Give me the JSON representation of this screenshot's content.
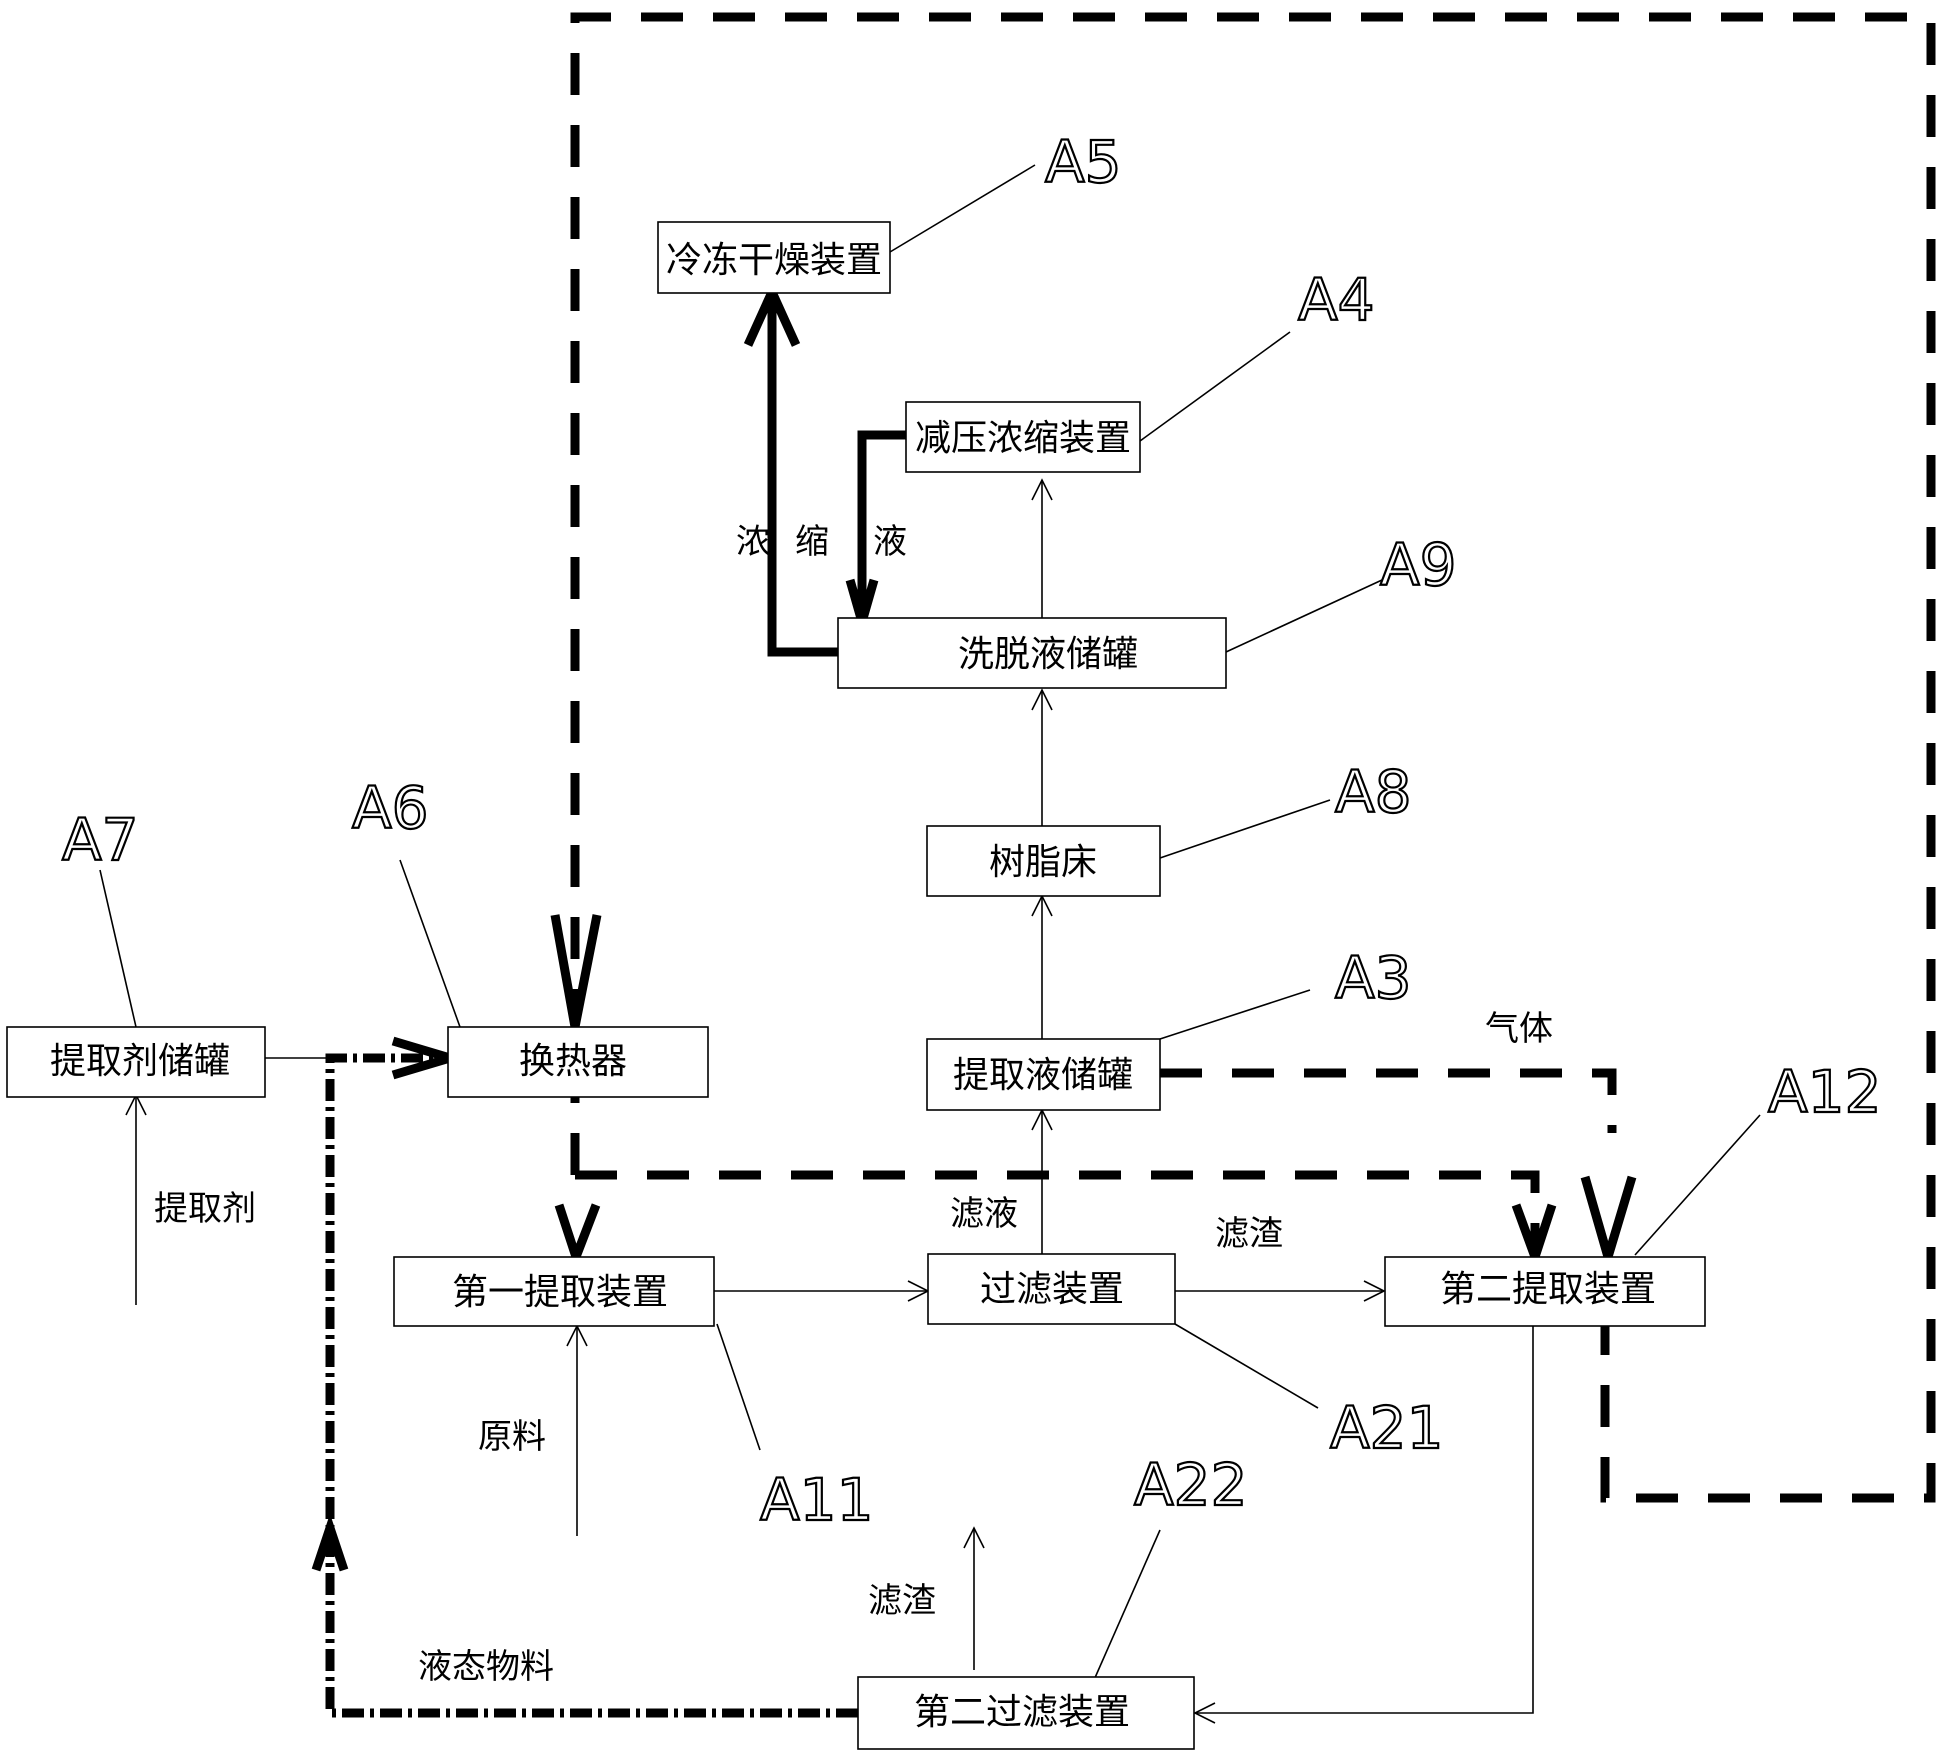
{
  "boxes": {
    "freeze_dryer": "冷冻干燥装置",
    "vacuum_concentrator": "减压浓缩装置",
    "eluate_tank": "洗脱液储罐",
    "resin_bed": "树脂床",
    "extract_tank": "提取液储罐",
    "heat_exchanger": "换热器",
    "extractant_tank": "提取剂储罐",
    "first_extractor": "第一提取装置",
    "filter_device": "过滤装置",
    "second_extractor": "第二提取装置",
    "second_filter": "第二过滤装置"
  },
  "refs": {
    "a5": "A5",
    "a4": "A4",
    "a9": "A9",
    "a8": "A8",
    "a3": "A3",
    "a6": "A6",
    "a7": "A7",
    "a12": "A12",
    "a11": "A11",
    "a21": "A21",
    "a22": "A22"
  },
  "flows": {
    "concentrate_1": "浓",
    "concentrate_2": "缩",
    "concentrate_3": "液",
    "gas": "气体",
    "extractant": "提取剂",
    "filtrate": "滤液",
    "residue_1": "滤渣",
    "raw_material": "原料",
    "residue_2": "滤渣",
    "liquid_material": "液态物料"
  }
}
